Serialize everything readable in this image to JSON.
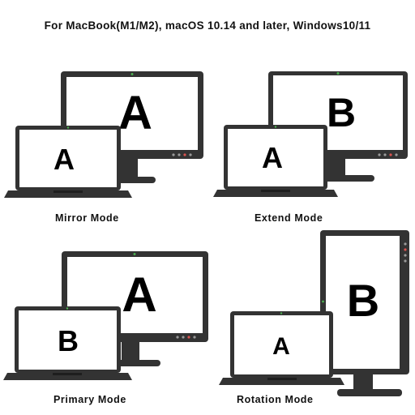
{
  "header": {
    "title": "For MacBook(M1/M2), macOS 10.14 and later, Windows10/11"
  },
  "modes": [
    {
      "caption": "Mirror Mode",
      "monitor_letter": "A",
      "laptop_letter": "A"
    },
    {
      "caption": "Extend Mode",
      "monitor_letter": "B",
      "laptop_letter": "A"
    },
    {
      "caption": "Primary Mode",
      "monitor_letter": "A",
      "laptop_letter": "B"
    },
    {
      "caption": "Rotation Mode",
      "monitor_letter": "B",
      "laptop_letter": "A"
    }
  ],
  "colors": {
    "device_frame": "#333333",
    "device_dark": "#1e1e1e",
    "screen": "#ffffff",
    "button_gray": "#9a9a9a",
    "button_red": "#d9534f",
    "camera": "#4caf50"
  }
}
